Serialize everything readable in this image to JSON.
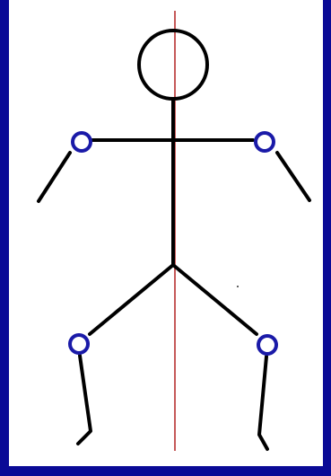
{
  "diagram": {
    "type": "stick-figure",
    "background_color": "#0a0a96",
    "canvas_color": "#ffffff",
    "figure_color": "#000000",
    "center_line_color": "#b22222",
    "joint_color": "#1a1aa8",
    "joints": [
      "left-shoulder",
      "right-shoulder",
      "left-knee",
      "right-knee"
    ]
  }
}
